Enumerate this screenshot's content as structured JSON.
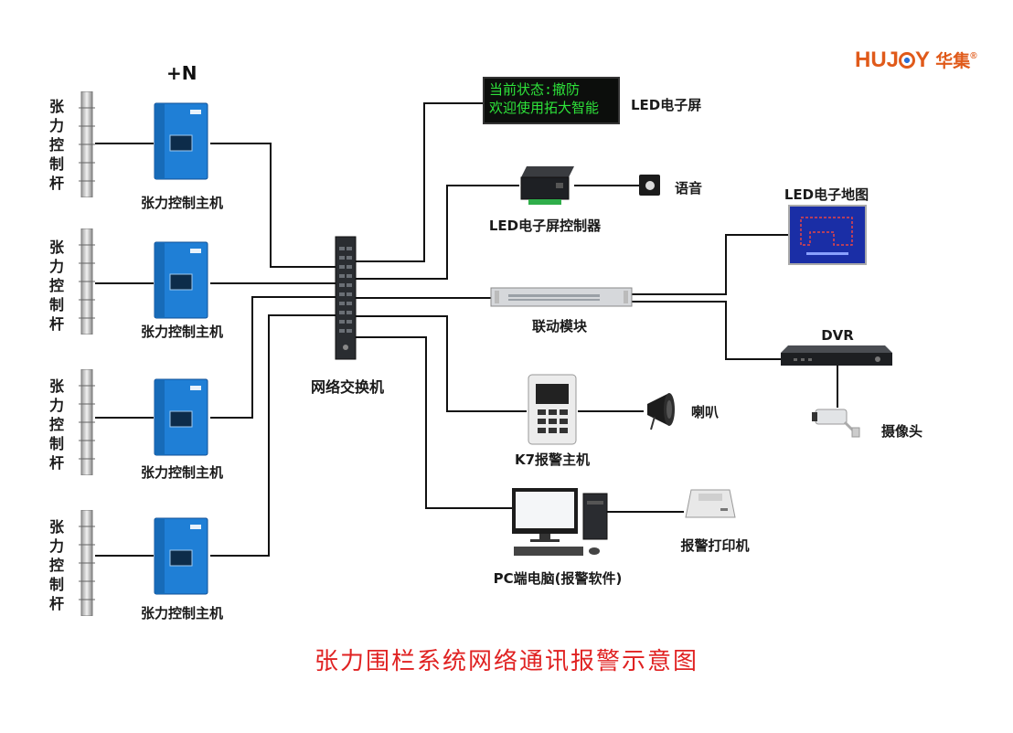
{
  "logo": {
    "brand": "HUJ",
    "brand2": "Y",
    "chinese": "华集",
    "reg": "®"
  },
  "plus_n": "+N",
  "poles": [
    {
      "label": "张力控制杆"
    },
    {
      "label": "张力控制杆"
    },
    {
      "label": "张力控制杆"
    },
    {
      "label": "张力控制杆"
    }
  ],
  "hosts": [
    {
      "label": "张力控制主机"
    },
    {
      "label": "张力控制主机"
    },
    {
      "label": "张力控制主机"
    },
    {
      "label": "张力控制主机"
    }
  ],
  "switch_label": "网络交换机",
  "led_screen": {
    "line1": "当前状态:撤防",
    "line2": "欢迎使用拓大智能",
    "label": "LED电子屏"
  },
  "led_controller_label": "LED电子屏控制器",
  "voice_label": "语音",
  "led_map_label": "LED电子地图",
  "link_module_label": "联动模块",
  "dvr_label": "DVR",
  "camera_label": "摄像头",
  "k7_label": "K7报警主机",
  "horn_label": "喇叭",
  "pc_label": "PC端电脑(报警软件)",
  "printer_label": "报警打印机",
  "title": "张力围栏系统网络通讯报警示意图",
  "colors": {
    "title": "#e02222",
    "logo": "#e05a1a",
    "host_blue": "#1f7fd6",
    "led_text": "#2ee33a"
  }
}
